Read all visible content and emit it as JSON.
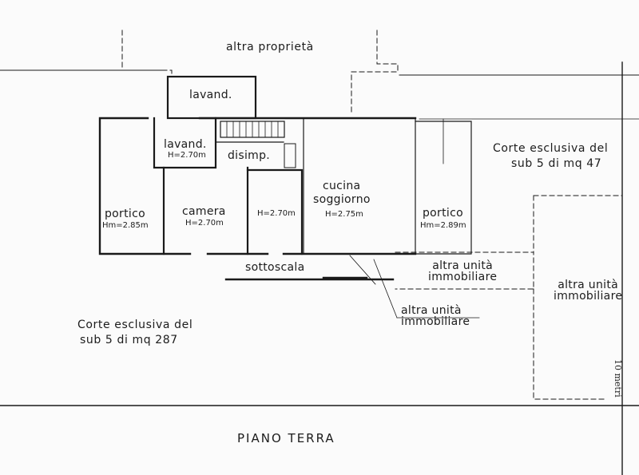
{
  "neighbour_top": "altra proprietà",
  "rooms": {
    "lavanderia_upper": "lavand.",
    "lavanderia_lower": "lavand.",
    "lavanderia_lower_height": "H=2.70m",
    "disimpegno": "disimp.",
    "camera": "camera",
    "camera_height": "H=2.70m",
    "portico_left": "portico",
    "portico_left_height": "Hm=2.85m",
    "middle_room_height": "H=2.70m",
    "cucina_line1": "cucina",
    "cucina_line2": "soggiorno",
    "cucina_height": "H=2.75m",
    "portico_right": "portico",
    "portico_right_height": "Hm=2.89m",
    "sottoscala": "sottoscala"
  },
  "courtyards": {
    "right_line1": "Corte esclusiva del",
    "right_line2": "sub 5 di mq 47",
    "left_line1": "Corte esclusiva del",
    "left_line2": "sub 5 di mq 287"
  },
  "other_units": {
    "a_line1": "altra unità",
    "a_line2": "immobiliare",
    "b_line1": "altra unità",
    "b_line2": "immobiliare",
    "c_line1": "altra unità",
    "c_line2": "immobiliare"
  },
  "floor_title": "PIANO TERRA",
  "scale_label": "10 metri"
}
